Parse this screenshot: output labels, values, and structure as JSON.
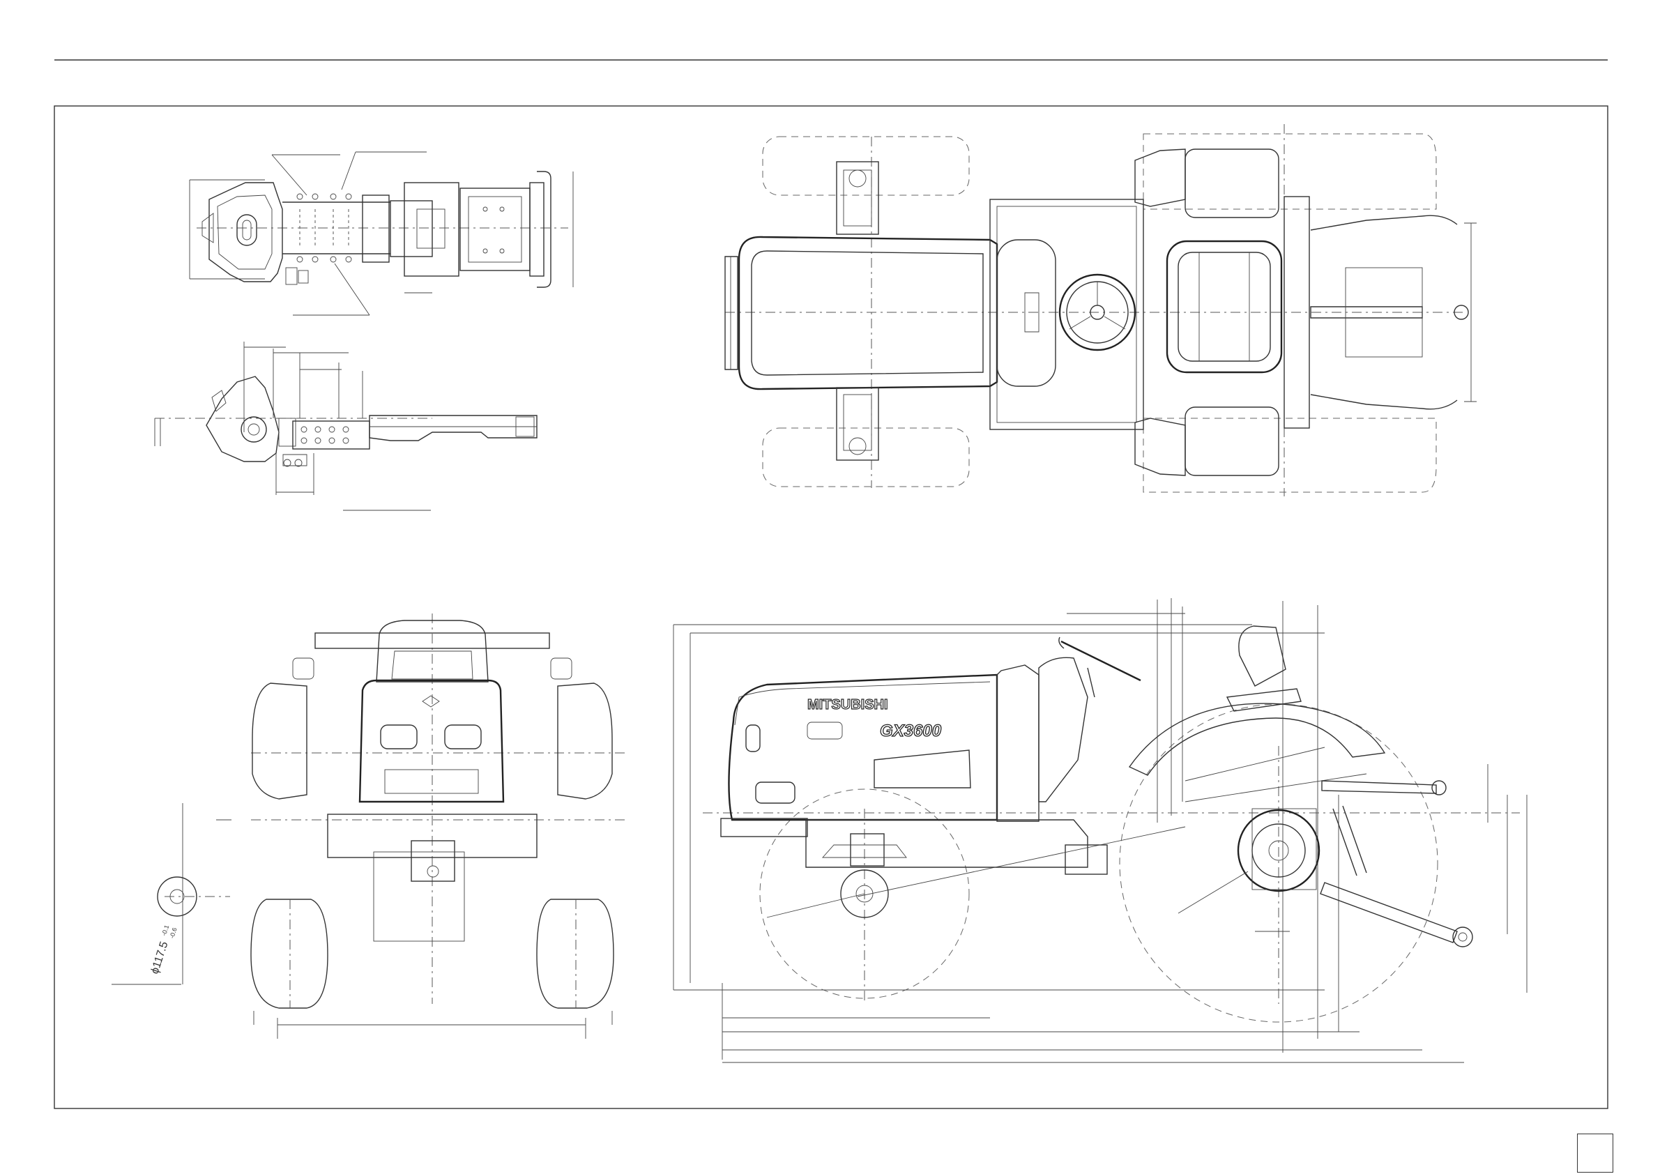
{
  "labels": {
    "brand": "MITSUBISHI",
    "model": "GX3600",
    "hitch_diameter": "ϕ117.5",
    "hitch_tol_upper": "-0.1",
    "hitch_tol_lower": "-0.6"
  },
  "views": [
    "top-view-chassis",
    "side-view-chassis",
    "top-view-tractor",
    "front-view-tractor",
    "side-view-tractor"
  ],
  "colors": {
    "line": "#333333",
    "background": "#ffffff"
  },
  "page_number": ""
}
